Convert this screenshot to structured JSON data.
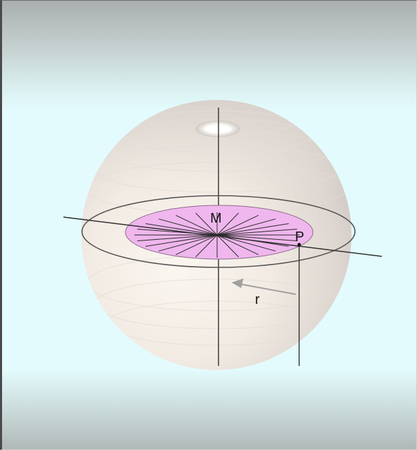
{
  "scene": {
    "labels": {
      "center": "M",
      "point": "P",
      "radius": "r"
    },
    "colors": {
      "sphere": "#f3ece6",
      "disk_fill": "#f0b8ee",
      "background_band": "#e2fbfd",
      "background_top": "#a8aeae",
      "line": "#333333",
      "arrow": "#9a9a9a"
    },
    "radial_line_count": 12
  }
}
